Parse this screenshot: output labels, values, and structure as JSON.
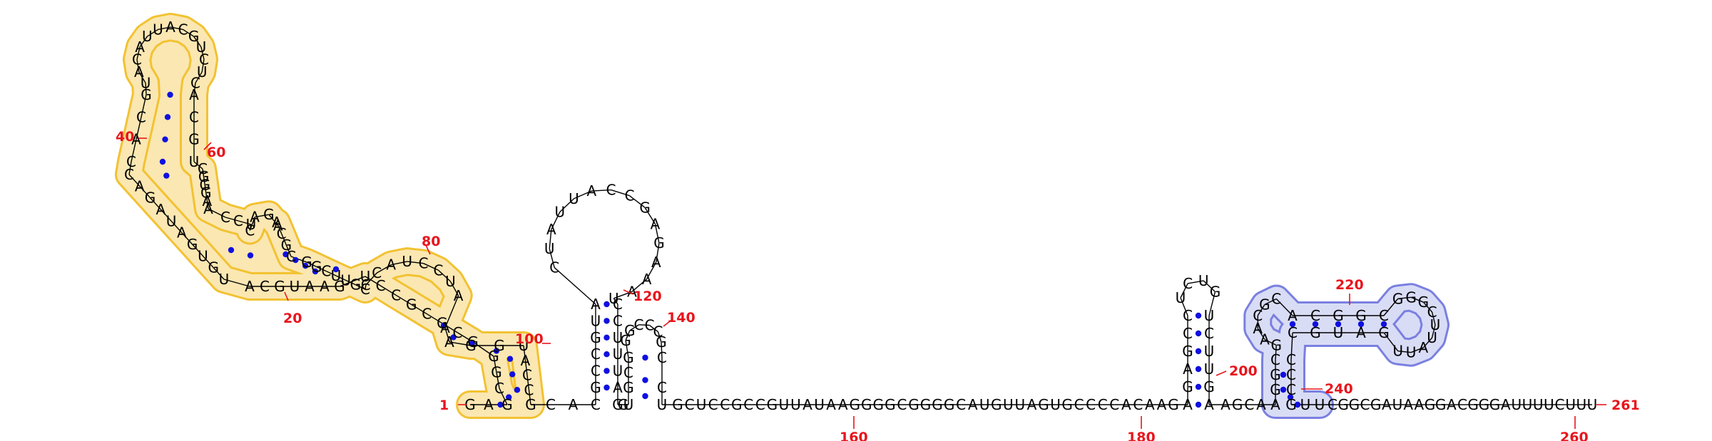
{
  "sequence": "GAGCGGGCGCGCCUGAAUGCAUGUGAUAGACCACGUACAUUACGUCUCACGUCGGGAACCUCAGAACGCGGCUUGCCCAUCCUAAAGGUACCGCACGCCGUACUAUUACCGAGAAAUCCUUUAGGUGCGGGCCCGCCUGCUCCGCCGUUAUAAGGGGCGGGGCAUGUUAGUGCCCCACAAGAGAGCCUCUGUCUUGAAGCAAGGCGAACGCACGGCGGGCUUAUUGAUGCCCCGUUCGGCGAUAAGGACGGGAUUUUCUUU",
  "labels": {
    "n1": "1",
    "n20": "20",
    "n40": "40",
    "n60": "60",
    "n80": "80",
    "n100": "100",
    "n120": "120",
    "n140": "140",
    "n160": "160",
    "n180": "180",
    "n200": "200",
    "n220": "220",
    "n240": "240",
    "n260": "260",
    "n261": "261"
  },
  "colors": {
    "highlight_gold": "#fbe7b2",
    "highlight_gold_stroke": "#f2c232",
    "highlight_blue": "#d9dcf5",
    "highlight_blue_stroke": "#7a80e0",
    "pair_dot": "#1010e0",
    "number": "#e8141c",
    "backbone": "#000000"
  }
}
